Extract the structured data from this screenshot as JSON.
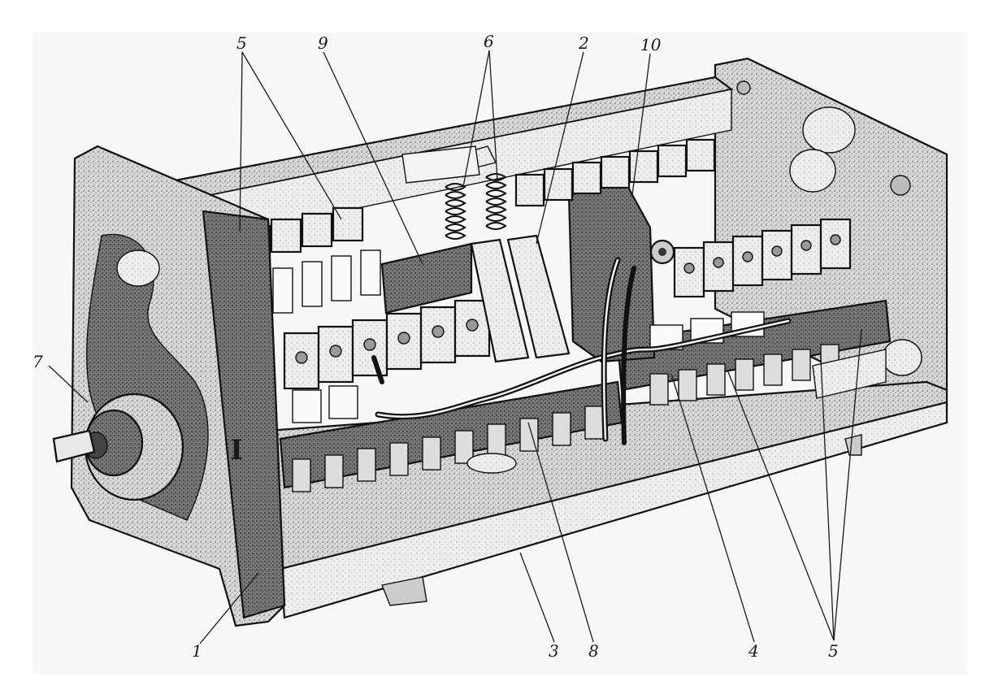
{
  "callouts": [
    {
      "id": "c5a",
      "text": "5"
    },
    {
      "id": "c9",
      "text": "9"
    },
    {
      "id": "c6",
      "text": "6"
    },
    {
      "id": "c2",
      "text": "2"
    },
    {
      "id": "c10",
      "text": "10"
    },
    {
      "id": "c7",
      "text": "7"
    },
    {
      "id": "c1",
      "text": "1"
    },
    {
      "id": "c3",
      "text": "3"
    },
    {
      "id": "c8",
      "text": "8"
    },
    {
      "id": "c4",
      "text": "4"
    },
    {
      "id": "c5b",
      "text": "5"
    }
  ],
  "housing_mark": "I"
}
